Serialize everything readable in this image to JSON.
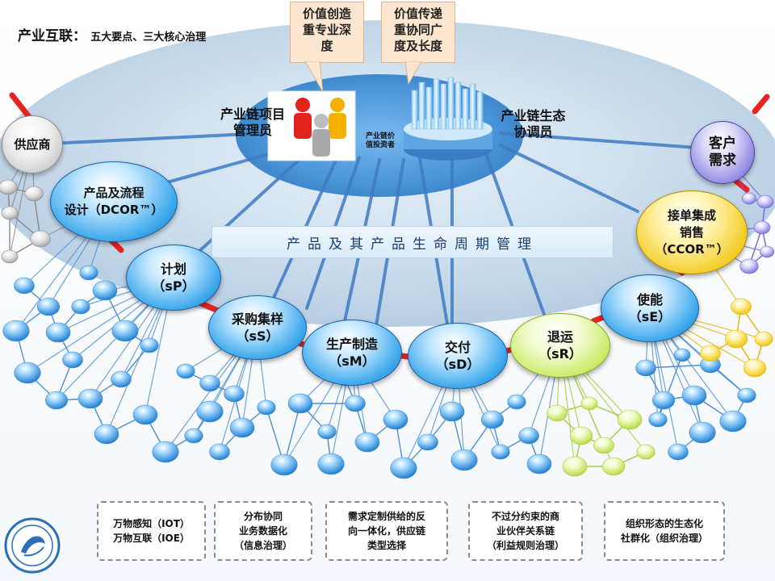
{
  "title": {
    "main": "产业互联：",
    "sub": "五大要点、三大核心治理"
  },
  "callouts": [
    {
      "lines": [
        "价值创造",
        "重专业深",
        "度"
      ]
    },
    {
      "lines": [
        "价值传递",
        "重协同广",
        "度及长度"
      ]
    }
  ],
  "roles": {
    "left": [
      "产业链项目",
      "管理员"
    ],
    "right": [
      "产业链生态",
      "协调员"
    ],
    "investor": [
      "产业链价",
      "值投资者"
    ]
  },
  "banner": "产品及其产品生命周期管理",
  "nodes": {
    "supplier": [
      "供应商"
    ],
    "customer": [
      "客户",
      "需求"
    ],
    "dcor": [
      "产品及流程",
      "设计（DCOR™）"
    ],
    "ccor": [
      "接单集成",
      "销售",
      "（CCOR™）"
    ],
    "plan": [
      "计划",
      "（sP）"
    ],
    "source": [
      "采购集样",
      "（sS）"
    ],
    "make": [
      "生产制造",
      "（sM）"
    ],
    "deliver": [
      "交付",
      "（sD）"
    ],
    "return": [
      "退运",
      "（sR）"
    ],
    "enable": [
      "使能",
      "（sE）"
    ]
  },
  "pillars": [
    {
      "lines": [
        "万物感知（IOT）",
        "万物互联（IOE）"
      ]
    },
    {
      "lines": [
        "分布协同",
        "业务数据化",
        "（信息治理）"
      ]
    },
    {
      "lines": [
        "需求定制供给的反",
        "向一体化，供应链",
        "类型选择"
      ]
    },
    {
      "lines": [
        "不过分约束的商",
        "业伙伴关系链",
        "（利益规则治理）"
      ]
    },
    {
      "lines": [
        "组织形态的生态化",
        "社群化（组织治理）"
      ]
    }
  ],
  "colors": {
    "hub_blue": "#2f8fdc",
    "red_link": "#e52421",
    "callout_fill": "#fde6cf",
    "network_line": "#3f7cc5"
  }
}
